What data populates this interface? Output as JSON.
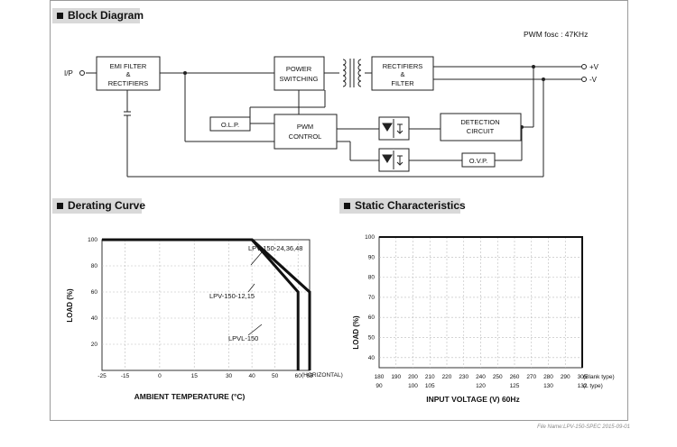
{
  "sections": {
    "block_diagram": "Block Diagram",
    "derating_curve": "Derating Curve",
    "static_characteristics": "Static Characteristics"
  },
  "block_diagram": {
    "pwm_note": "PWM fosc : 47KHz",
    "input_label": "I/P",
    "output_plus": "+V",
    "output_minus": "-V",
    "blocks": {
      "emi": [
        "EMI FILTER",
        "&",
        "RECTIFIERS"
      ],
      "power_switching": [
        "POWER",
        "SWITCHING"
      ],
      "rectifiers": [
        "RECTIFIERS",
        "&",
        "FILTER"
      ],
      "olp": [
        "O.L.P."
      ],
      "pwm_control": [
        "PWM",
        "CONTROL"
      ],
      "detection": [
        "DETECTION",
        "CIRCUIT"
      ],
      "ovp": [
        "O.V.P."
      ]
    }
  },
  "chart_data": [
    {
      "type": "line",
      "title": "Derating Curve",
      "xlabel": "AMBIENT TEMPERATURE (°C)",
      "ylabel": "LOAD (%)",
      "x_ticks": [
        "-25",
        "-15",
        "0",
        "15",
        "30",
        "40",
        "50",
        "60",
        "65"
      ],
      "x_tick_note": "(HORIZONTAL)",
      "y_ticks": [
        "100",
        "80",
        "60",
        "40",
        "20"
      ],
      "xlim": [
        -25,
        65
      ],
      "ylim": [
        0,
        100
      ],
      "series": [
        {
          "name": "LPV-150-24,36,48",
          "x": [
            -25,
            40,
            65,
            65
          ],
          "y": [
            100,
            100,
            60,
            0
          ]
        },
        {
          "name": "LPV-150-12,15",
          "x": [
            -25,
            40,
            50,
            65,
            65
          ],
          "y": [
            100,
            100,
            84,
            60,
            0
          ]
        },
        {
          "name": "LPVL-150",
          "x": [
            -25,
            40,
            60,
            60
          ],
          "y": [
            100,
            100,
            60,
            0
          ]
        }
      ]
    },
    {
      "type": "line",
      "title": "Static Characteristics",
      "xlabel": "INPUT VOLTAGE (V) 60Hz",
      "ylabel": "LOAD (%)",
      "x_ticks_blank": [
        "180",
        "190",
        "200",
        "210",
        "220",
        "230",
        "240",
        "250",
        "260",
        "270",
        "280",
        "290",
        "305"
      ],
      "x_ticks_l": [
        "90",
        "100",
        "105",
        "120",
        "125",
        "130",
        "132"
      ],
      "x_note_blank": "(Blank type)",
      "x_note_l": "(L type)",
      "y_ticks": [
        "100",
        "90",
        "80",
        "70",
        "60",
        "50",
        "40"
      ],
      "xlim": [
        180,
        305
      ],
      "ylim": [
        35,
        100
      ],
      "series": [
        {
          "x": [
            180,
            305,
            305
          ],
          "y": [
            100,
            100,
            35
          ]
        }
      ]
    }
  ],
  "footer": "File Name:LPV-150-SPEC   2015-09-01"
}
